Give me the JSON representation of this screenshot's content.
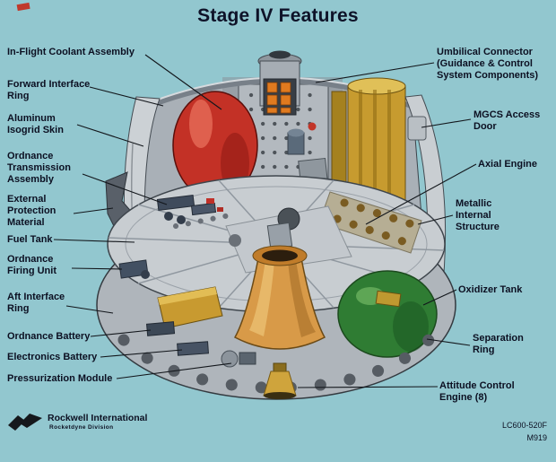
{
  "title": "Stage IV Features",
  "labels_left": [
    {
      "text": "In-Flight Coolant Assembly"
    },
    {
      "text": "Forward Interface\nRing"
    },
    {
      "text": "Aluminum\nIsogrid Skin"
    },
    {
      "text": "Ordnance\nTransmission\nAssembly"
    },
    {
      "text": "External\nProtection\nMaterial"
    },
    {
      "text": "Fuel Tank"
    },
    {
      "text": "Ordnance\nFiring Unit"
    },
    {
      "text": "Aft Interface\nRing"
    },
    {
      "text": "Ordnance Battery"
    },
    {
      "text": "Electronics Battery"
    },
    {
      "text": "Pressurization Module"
    }
  ],
  "labels_right": [
    {
      "text": "Umbilical Connector\n(Guidance & Control\nSystem Components)"
    },
    {
      "text": "MGCS Access\nDoor"
    },
    {
      "text": "Axial Engine"
    },
    {
      "text": "Metallic\nInternal\nStructure"
    },
    {
      "text": "Oxidizer Tank"
    },
    {
      "text": "Separation\nRing"
    },
    {
      "text": "Attitude Control\nEngine (8)"
    }
  ],
  "footer": {
    "company": "Rockwell International",
    "division": "Rocketdyne Division",
    "code_line1": "LC600-520F",
    "code_line2": "M919"
  },
  "colors": {
    "background": "#92c7cf",
    "fuel_tank_red": "#c33126",
    "oxidizer_tank_green": "#2f7c33",
    "engine_nozzle_orange": "#d89a48",
    "gold_panel": "#c79b2f",
    "structure_gray": "#c8cdd1",
    "label_text": "#0c1022"
  },
  "illustration_parts": [
    "fuel-tank",
    "oxidizer-tank",
    "axial-engine-nozzle",
    "separation-ring",
    "umbilical-connector",
    "aluminum-isogrid-skin",
    "internal-deck",
    "attitude-control-engine",
    "aft-skirt",
    "mgcs-access-door"
  ]
}
